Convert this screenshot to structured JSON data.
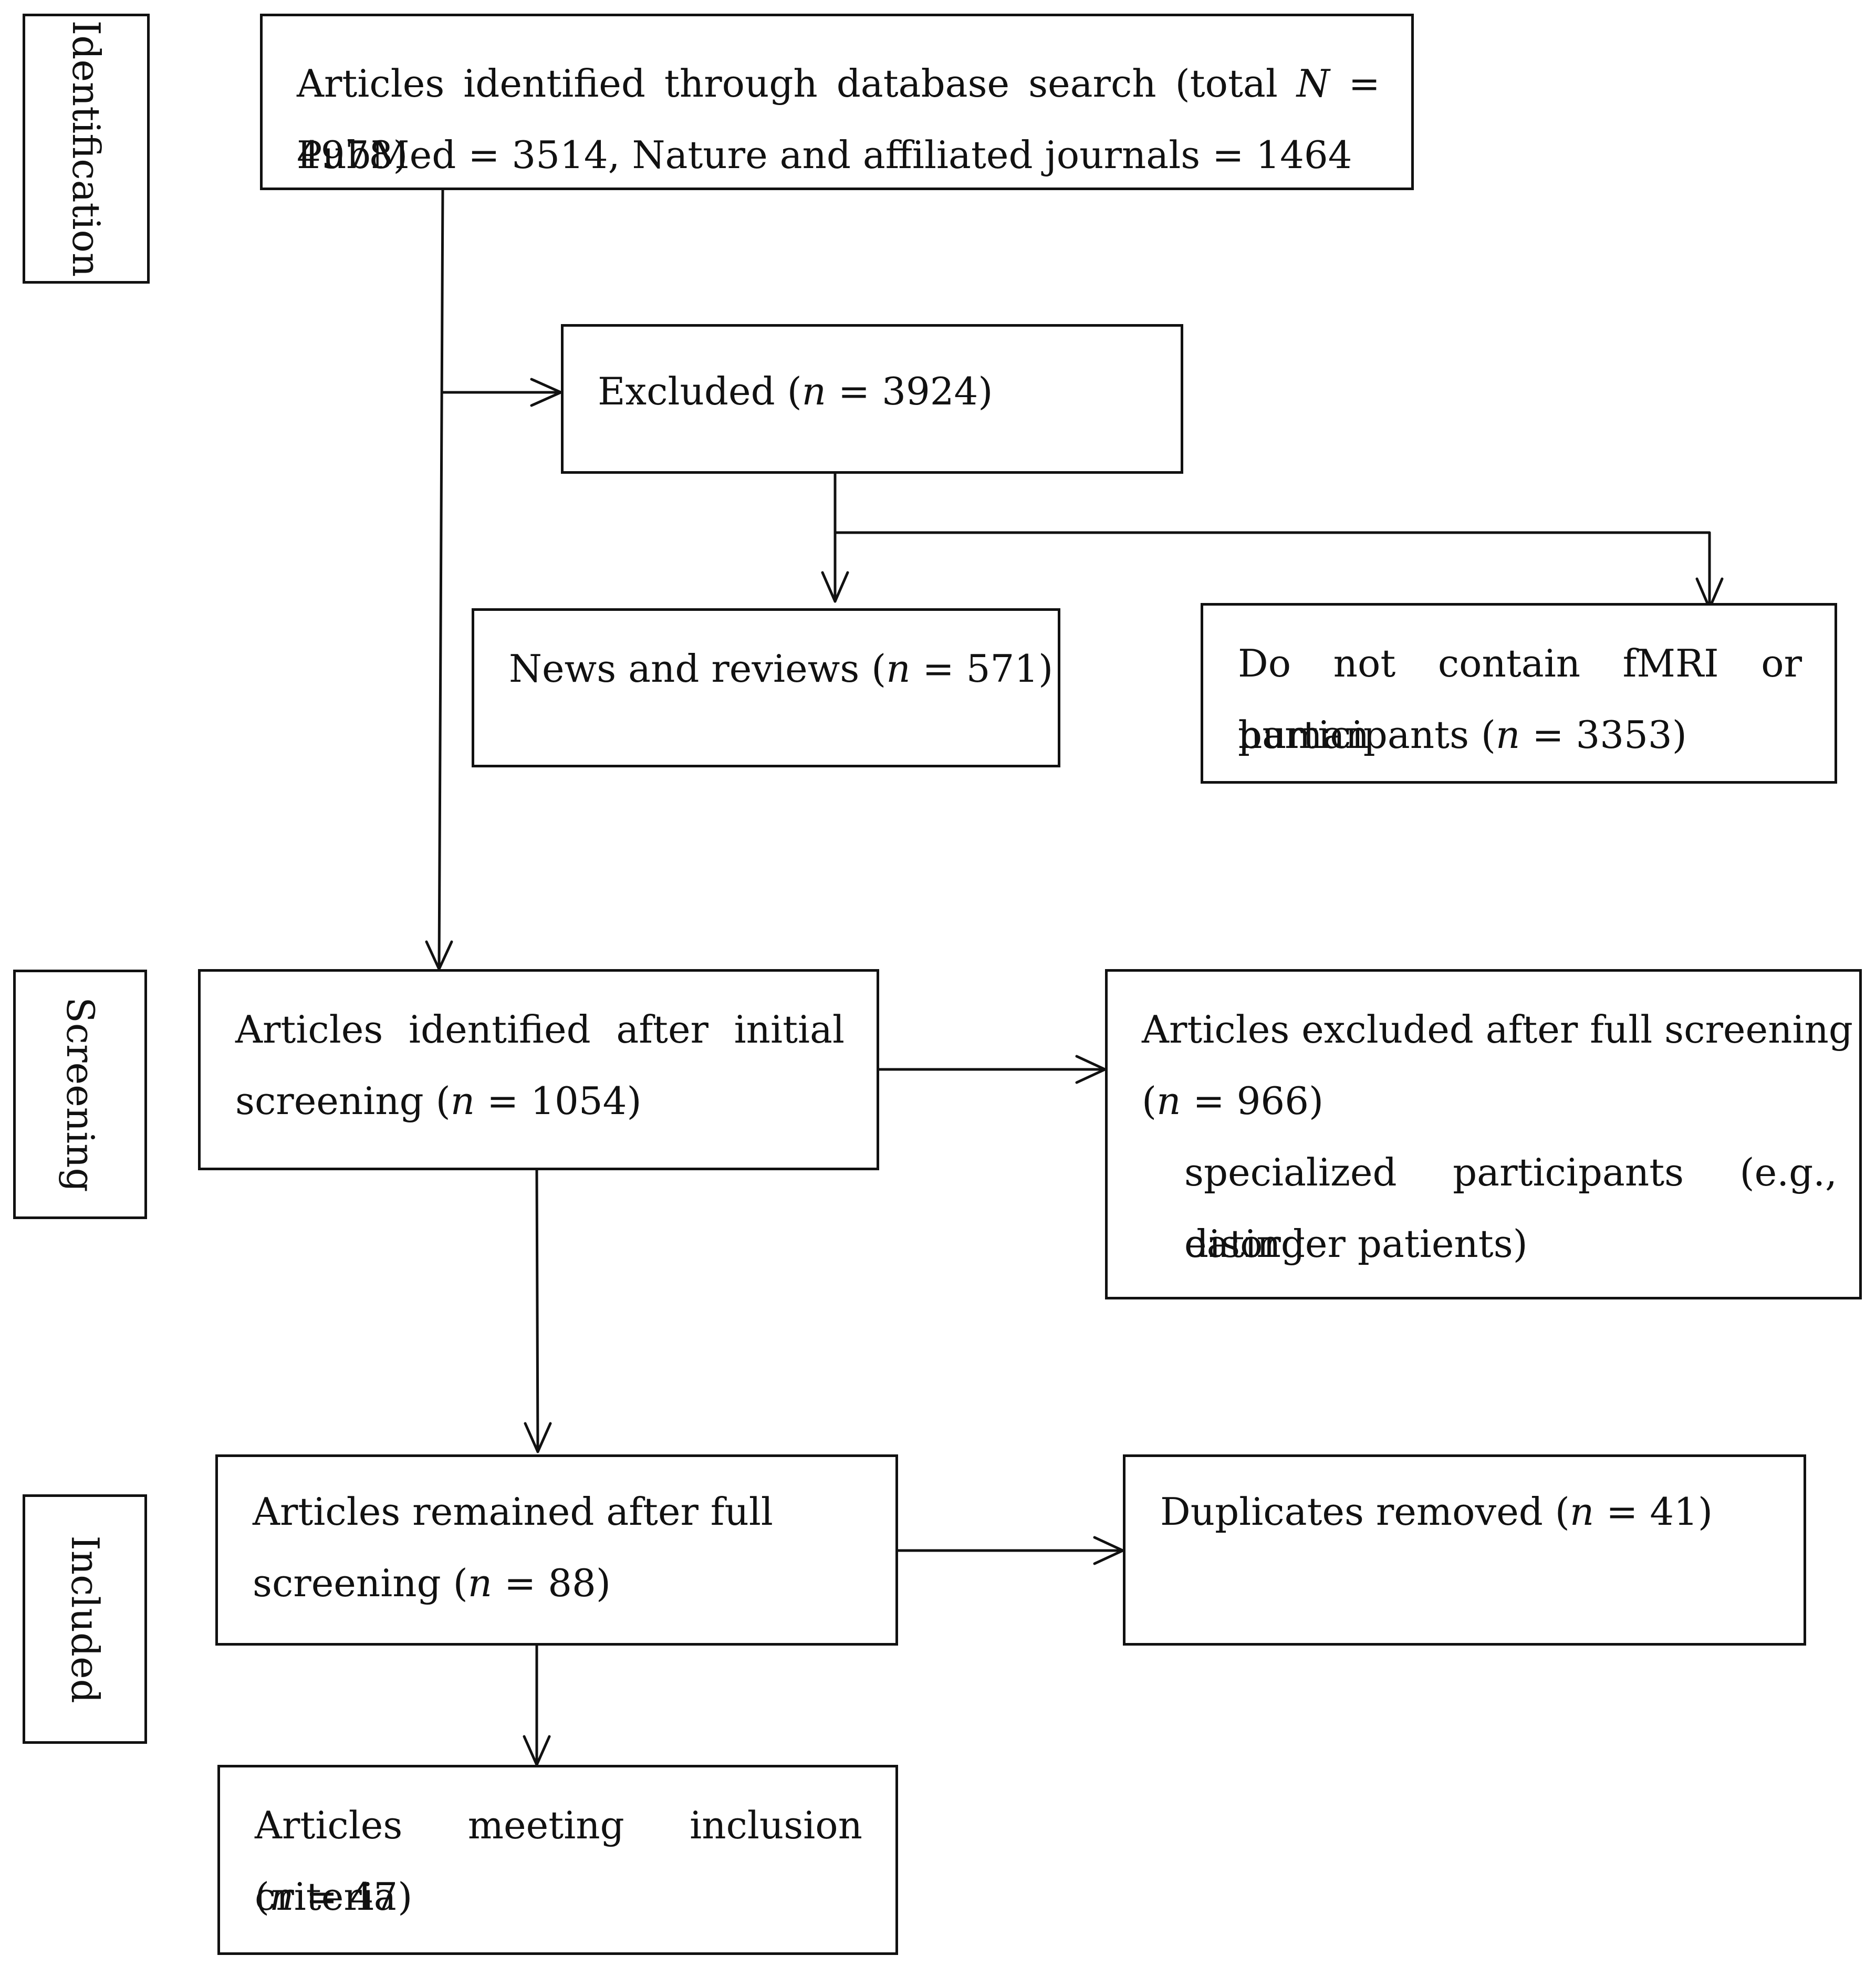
{
  "stages": {
    "identification": "Identification",
    "screening": "Screening",
    "included": "Included"
  },
  "boxes": {
    "identified": {
      "line1_prefix": "Articles identified through database search (total ",
      "line1_var": "N",
      "line1_suffix": " = 4978)",
      "line2": "PubMed = 3514, Nature and affiliated journals = 1464"
    },
    "excluded": {
      "prefix": "Excluded (",
      "var": "n",
      "suffix": " = 3924)"
    },
    "news_reviews": {
      "prefix": "News and reviews (",
      "var": "n",
      "suffix": " = 571)"
    },
    "no_fmri": {
      "line1": "Do not contain fMRI or human",
      "line2_prefix": "participants (",
      "line2_var": "n",
      "line2_suffix": " = 3353)"
    },
    "initial_screening": {
      "line1": "Articles identified after initial",
      "line2_prefix": "screening (",
      "line2_var": "n",
      "line2_suffix": " = 1054)"
    },
    "excluded_full": {
      "line1": "Articles excluded after full screening",
      "line2_prefix": "(",
      "line2_var": "n",
      "line2_suffix": " = 966)",
      "line3": "specialized participants (e.g., eating",
      "line4": "disorder patients)"
    },
    "remained": {
      "line1": "Articles remained after full",
      "line2_prefix": "screening (",
      "line2_var": "n",
      "line2_suffix": " = 88)"
    },
    "duplicates": {
      "prefix": "Duplicates removed (",
      "var": "n",
      "suffix": " = 41)"
    },
    "inclusion": {
      "line1": "Articles meeting inclusion criteria",
      "line2_prefix": "(",
      "line2_var": "n",
      "line2_suffix": " = 47)"
    }
  }
}
